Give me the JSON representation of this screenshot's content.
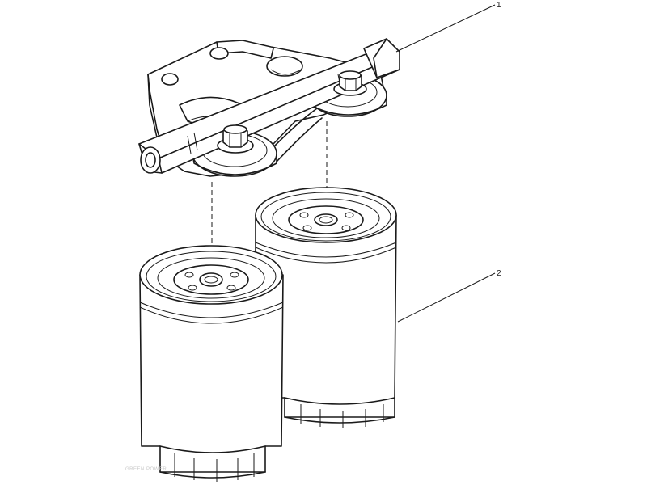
{
  "callouts": {
    "one": "1",
    "two": "2"
  },
  "watermark": "GREEN POWER"
}
